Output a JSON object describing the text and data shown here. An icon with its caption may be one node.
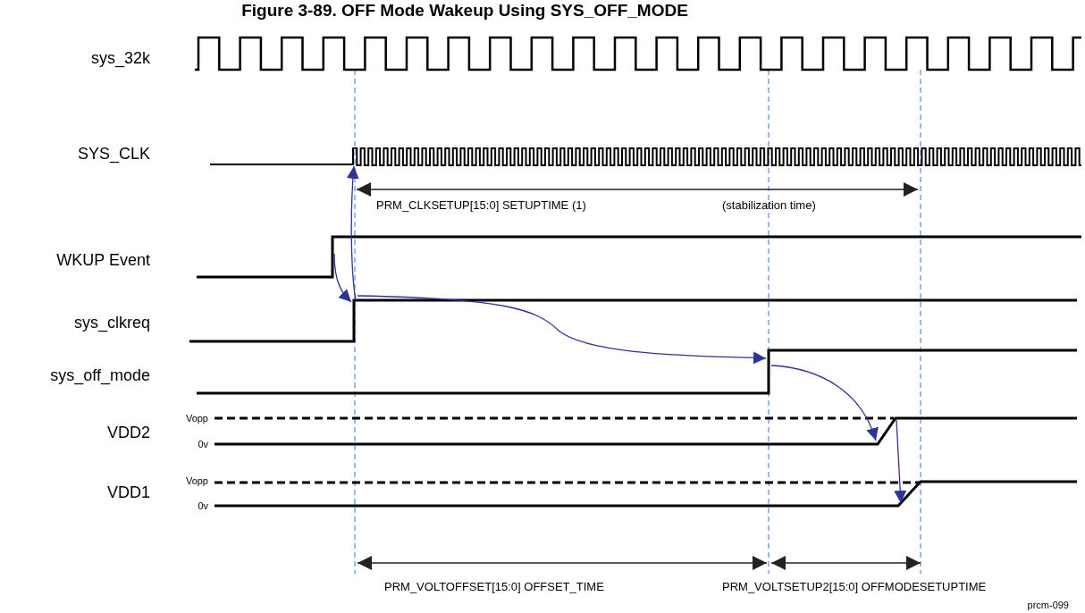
{
  "diagram": {
    "title": "Figure 3-89. OFF Mode Wakeup Using SYS_OFF_MODE",
    "labels": [
      "sys_32k",
      "SYS_CLK",
      "PRM_CLKSETUP[15:0] SETUPTIME (1)",
      "(stabilization time)",
      "WKUP Event",
      "sys_clkreq",
      "sys_off_mode",
      "Vopp",
      "VDD2",
      "0v",
      "Vopp",
      "VDD1",
      "0v",
      "PRM_VOLTOFFSET[15:0] OFFSET_TIME",
      "PRM_VOLTSETUP2[15:0] OFFMODESETUPTIME",
      "prcm-099"
    ]
  }
}
